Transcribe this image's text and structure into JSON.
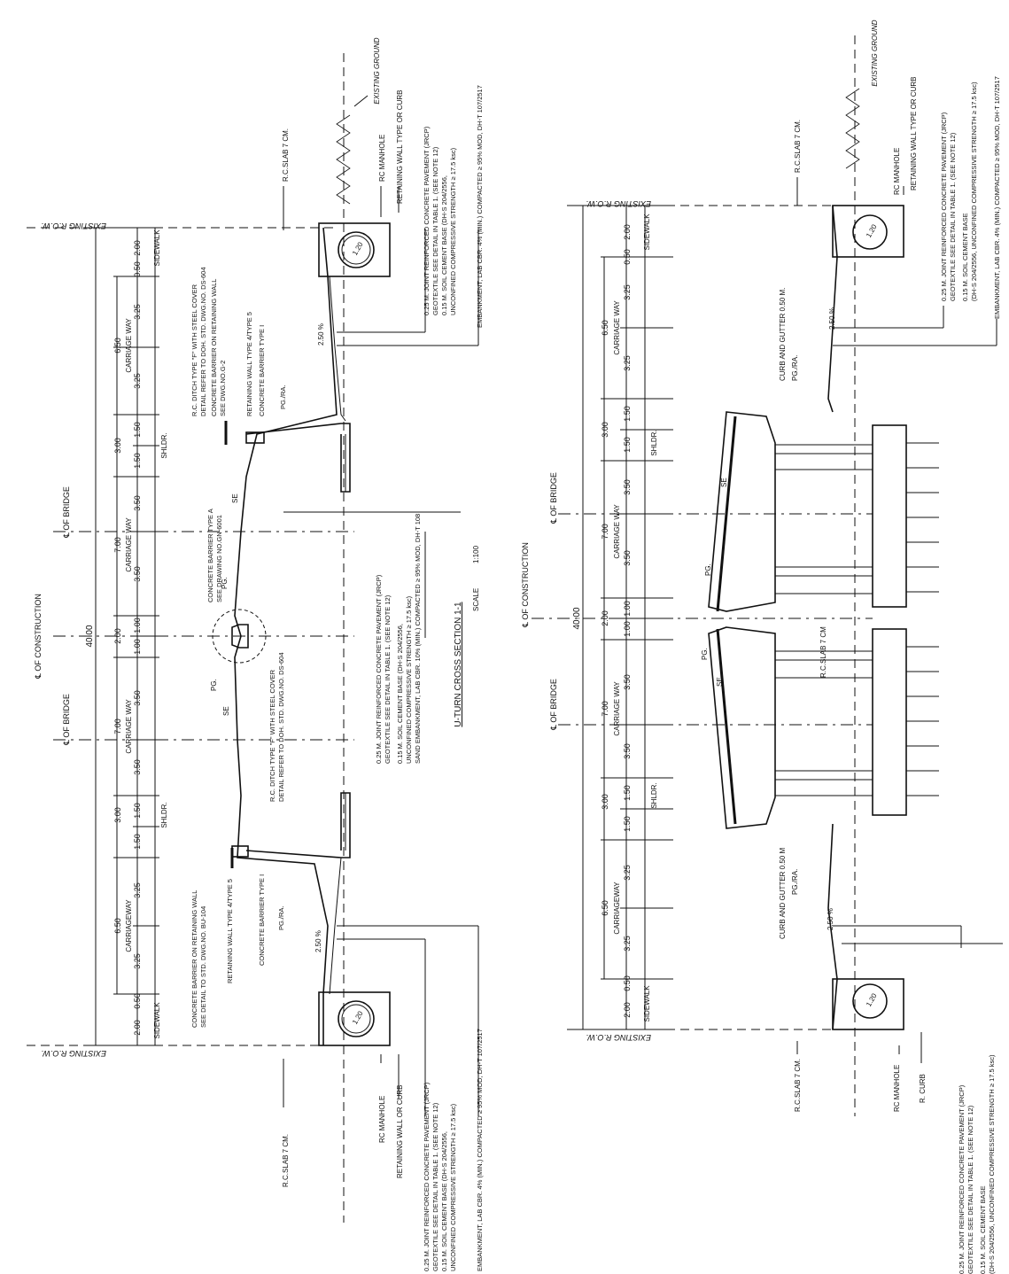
{
  "left_section": {
    "existing_row": "EXISTING R.O.W.",
    "existing_ground": "EXISTING GROUND",
    "total_width": "40.00",
    "cl_construction": "℄ OF CONSTRUCTION",
    "cl_bridge_top": "℄ OF BRIDGE",
    "cl_bridge_bottom": "℄ OF BRIDGE",
    "dims": {
      "sidewalk_top": "2.00",
      "sidewalk_label_top": "SIDEWALK",
      "gap_top": "0.50",
      "cw_top_a": "3.25",
      "cw_top_b": "3.25",
      "cw_top_total": "6.50",
      "cw_top_label": "CARRIAGE WAY",
      "sh_top_a": "1.50",
      "sh_top_b": "1.50",
      "sh_top_total": "3.00",
      "shldr_top": "SHLDR.",
      "br_top_a": "3.50",
      "br_top_b": "3.50",
      "br_top_total": "7.00",
      "br_top_label": "CARRIAGE WAY",
      "med_a": "1.00",
      "med_b": "1.00",
      "med_total": "2.00",
      "br_bot_a": "3.50",
      "br_bot_b": "3.50",
      "br_bot_total": "7.00",
      "br_bot_label": "CARRIAGE WAY",
      "sh_bot_a": "1.50",
      "sh_bot_b": "1.50",
      "sh_bot_total": "3.00",
      "shldr_bot": "SHLDR.",
      "cw_bot_a": "3.25",
      "cw_bot_b": "3.25",
      "cw_bot_total": "6.50",
      "cw_bot_label": "CARRIAGEWAY",
      "gap_bot": "0.50",
      "sidewalk_bot": "2.00",
      "sidewalk_label_bot": "SIDEWALK"
    },
    "labels": {
      "rc_slab_top": "R.C.SLAB 7 CM.",
      "rc_manhole_top": "RC MANHOLE",
      "retaining_wall_top": "RETAINING WALL TYPE OR CURB",
      "pave_top_1": "0.25 M. JOINT REINFORCED CONCRETE PAVEMENT (JRCP)",
      "pave_top_2": "GEOTEXTILE SEE DETAIL IN TABLE 1. (SEE NOTE 12)",
      "pave_top_3": "0.15 M. SOIL CEMENT BASE (DH-S 204/2556,",
      "pave_top_4": "UNCONFINED COMPRESSIVE STRENGTH ≥ 17.5 ksc)",
      "pave_top_5": "EMBANKMENT, LAB CBR. 4% (MIN.) COMPACTED ≥ 95% MOD, DH-T 107/2517",
      "slope_top": "2.50 %",
      "ditch_1": "R.C. DITCH TYPE \"F\" WITH STEEL COVER",
      "ditch_2": "DETAIL REFER TO DOH. STD. DWG.NO. DS-604",
      "cb_wall_1": "CONCRETE BARRIER ON RETAINING WALL",
      "cb_wall_2": "SEE DWG.NO.G-2",
      "ret_wall_t4": "RETAINING WALL TYPE 4/TYPE 5",
      "cb_type1_top": "CONCRETE BARRIER TYPE I",
      "pg_ra_top": "PG./RA.",
      "se_top": "SE",
      "cb_a_1": "CONCRETE BARRIER TYPE A",
      "cb_a_2": "SEE DRAWING NO.GN-6001",
      "pg_top": "PG.",
      "pg_bot": "PG.",
      "se_bot": "SE",
      "ditch_b_1": "R.C. DITCH TYPE \"F\" WITH STEEL COVER",
      "ditch_b_2": "DETAIL REFER TO DOH. STD. DWG.NO. DS-604",
      "mid_1": "0.25 M. JOINT REINFORCED CONCRETE PAVEMENT (JRCP)",
      "mid_2": "GEOTEXTILE SEE DETAIL IN TABLE 1. (SEE NOTE 12)",
      "mid_3": "0.15 M. SOIL CEMENT BASE (DH-S 204/2556,",
      "mid_4": "UNCONFINED COMPRESSIVE STRENGTH ≥ 17.5 ksc)",
      "mid_5": "SAND EMBANKMENT, LAB CBR. 10% (MIN.) COMPACTED ≥ 95% MOD, DH-T 108",
      "cb_wall_b_1": "CONCRETE BARRIER ON RETAINING WALL",
      "cb_wall_b_2": "SEE DETAIL TO STD. DWG.NO. BU-104",
      "ret_wall_b": "RETAINING WALL TYPE 4/TYPE 5",
      "cb_type1_bot": "CONCRETE BARRIER TYPE I",
      "pg_ra_bot": "PG./RA.",
      "slope_bot": "2.50 %",
      "rc_slab_bot": "R.C.SLAB 7 CM.",
      "rc_manhole_bot": "RC MANHOLE",
      "retaining_wall_bot": "RETAINING WALL OR CURB",
      "pave_bot_1": "0.25 M. JOINT REINFORCED CONCRETE PAVEMENT (JRCP)",
      "pave_bot_2": "GEOTEXTILE SEE DETAIL IN TABLE 1. (SEE NOTE 12)",
      "pave_bot_3": "0.15 M. SOIL CEMENT BASE (DH-S 204/2556,",
      "pave_bot_4": "UNCONFINED COMPRESSIVE STRENGTH ≥ 17.5 ksc)",
      "pave_bot_5": "EMBANKMENT, LAB CBR. 4% (MIN.) COMPACTED ≥ 95% MOD, DH-T 107/2517",
      "manhole_top": "1.20",
      "manhole_bot": "1.20"
    },
    "title": "U-TURN CROSS SECTION 1-1",
    "scale_label": "SCALE",
    "scale_value": "1:100"
  },
  "right_section": {
    "existing_row": "EXISTING R.O.W.",
    "existing_ground": "EXISTING GROUND",
    "total_width": "40.00",
    "cl_construction": "℄ OF CONSTRUCTION",
    "cl_bridge_top": "℄ OF BRIDGE",
    "cl_bridge_bottom": "℄ OF BRIDGE",
    "dims": {
      "sidewalk_top": "2.00",
      "sidewalk_label_top": "SIDEWALK",
      "gap_top": "0.50",
      "cw_top_a": "3.25",
      "cw_top_b": "3.25",
      "cw_top_total": "6.50",
      "cw_top_label": "CARRIAGE WAY",
      "sh_top_a": "1.50",
      "sh_top_b": "1.50",
      "sh_top_total": "3.00",
      "shldr_top": "SHLDR.",
      "br_top_a": "3.50",
      "br_top_b": "3.50",
      "br_top_total": "7.00",
      "br_top_label": "CARRIAGE WAY",
      "med_a": "1.00",
      "med_b": "1.00",
      "med_total": "2.00",
      "br_bot_a": "3.50",
      "br_bot_b": "3.50",
      "br_bot_total": "7.00",
      "br_bot_label": "CARRIAGE WAY",
      "sh_bot_a": "1.50",
      "sh_bot_b": "1.50",
      "sh_bot_total": "3.00",
      "shldr_bot": "SHLDR.",
      "cw_bot_a": "3.25",
      "cw_bot_b": "3.25",
      "cw_bot_total": "6.50",
      "cw_bot_label": "CARRIAGEWAY",
      "gap_bot": "0.50",
      "sidewalk_bot": "2.00",
      "sidewalk_label_bot": "SIDEWALK"
    },
    "labels": {
      "rc_slab_top": "R.C.SLAB 7 CM.",
      "rc_manhole_top": "RC MANHOLE",
      "retaining_wall_top": "RETAINING WALL TYPE OR CURB",
      "pave_top_1": "0.25 M. JOINT REINFORCED CONCRETE PAVEMENT (JRCP)",
      "pave_top_2": "GEOTEXTILE SEE DETAIL IN TABLE 1. (SEE NOTE 12)",
      "pave_top_3": "0.15 M. SOIL CEMENT BASE",
      "pave_top_4": "(DH-S 204/2556, UNCONFINED COMPRESSIVE STRENGTH ≥ 17.5 ksc)",
      "pave_top_5": "EMBANKMENT, LAB CBR. 4% (MIN.) COMPACTED ≥ 95% MOD, DH-T 107/2517",
      "slope_top": "2.50 %",
      "curb_top": "CURB AND GUTTER 0.50 M.",
      "pg_ra_top": "PG./RA.",
      "se_top": "SE",
      "pg_top": "PG.",
      "rc_slab_mid": "R.C.SLAB 7 CM",
      "pg_bot": "PG.",
      "se_bot": "SE",
      "curb_bot": "CURB AND GUTTER 0.50 M",
      "pg_ra_bot": "PG./RA.",
      "slope_bot": "2.50 %",
      "rc_slab_bot": "R.C.SLAB 7 CM.",
      "rc_manhole_bot": "RC MANHOLE",
      "curb_label_bot": "R. CURB",
      "pave_bot_1": "0.25 M. JOINT REINFORCED CONCRETE PAVEMENT (JRCP)",
      "pave_bot_2": "GEOTEXTILE SEE DETAIL IN TABLE 1. (SEE NOTE 12)",
      "pave_bot_3": "0.15 M. SOIL CEMENT BASE",
      "pave_bot_4": "(DH-S 204/2556, UNCONFINED COMPRESSIVE STRENGTH ≥ 17.5 ksc)",
      "manhole_top": "1.20",
      "manhole_bot": "1.20"
    }
  }
}
